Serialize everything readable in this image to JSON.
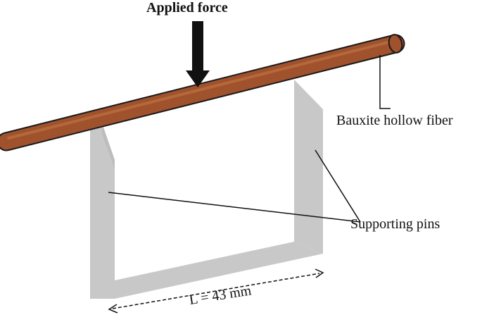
{
  "labels": {
    "applied_force": "Applied force",
    "fiber": "Bauxite hollow fiber",
    "pins": "Supporting pins",
    "span": "L = 43 mm"
  },
  "colors": {
    "fiber_fill": "#a0522d",
    "fiber_highlight": "#c47845",
    "fiber_outline": "#1a1a1a",
    "pin_fill": "#c8c8c8",
    "pin_shade": "#bdbdbd",
    "line": "#111111"
  },
  "icons": {
    "force_arrow": "down-arrow-icon"
  }
}
